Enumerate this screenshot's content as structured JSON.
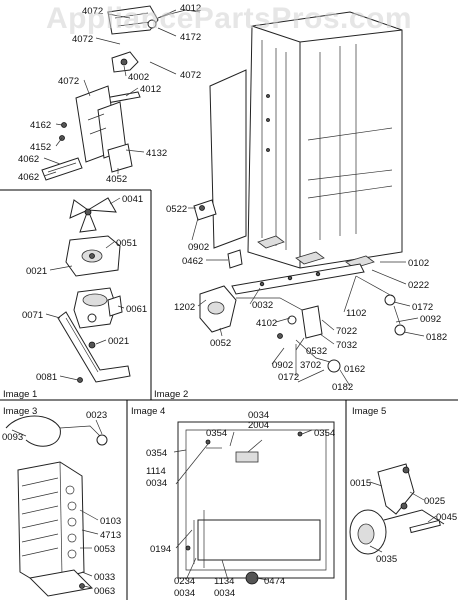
{
  "watermark": "AppliancePartsPros.com",
  "images": {
    "image1": "Image 1",
    "image2": "Image 2",
    "image3": "Image 3",
    "image4": "Image 4",
    "image5": "Image 5"
  },
  "parts": {
    "p4072a": "4072",
    "p4012a": "4012",
    "p4072b": "4072",
    "p4172": "4172",
    "p4002": "4002",
    "p4072c": "4072",
    "p4012b": "4012",
    "p4072d": "4072",
    "p4162": "4162",
    "p4152": "4152",
    "p4062a": "4062",
    "p4062b": "4062",
    "p4132": "4132",
    "p4052": "4052",
    "p0041": "0041",
    "p0051": "0051",
    "p0021a": "0021",
    "p0061": "0061",
    "p0071": "0071",
    "p0021b": "0021",
    "p0081": "0081",
    "p0522": "0522",
    "p0902a": "0902",
    "p0462": "0462",
    "p1202": "1202",
    "p0032": "0032",
    "p0052": "0052",
    "p4102": "4102",
    "p1102": "1102",
    "p0102": "0102",
    "p0222": "0222",
    "p0172a": "0172",
    "p0092": "0092",
    "p0182a": "0182",
    "p7022": "7022",
    "p7032": "7032",
    "p0532": "0532",
    "p0902b": "0902",
    "p3702": "3702",
    "p0172b": "0172",
    "p0162": "0162",
    "p0182b": "0182",
    "p0023": "0023",
    "p0093": "0093",
    "p0103": "0103",
    "p4713": "4713",
    "p0053": "0053",
    "p0033": "0033",
    "p0063": "0063",
    "p0034a": "0034",
    "p2004": "2004",
    "p0354a": "0354",
    "p0354b": "0354",
    "p0354c": "0354",
    "p1114": "1114",
    "p0034b": "0034",
    "p0194": "0194",
    "p0234": "0234",
    "p0034c": "0034",
    "p1134": "1134",
    "p0034d": "0034",
    "p0474": "0474",
    "p0015": "0015",
    "p0025": "0025",
    "p0045": "0045",
    "p0035": "0035"
  }
}
